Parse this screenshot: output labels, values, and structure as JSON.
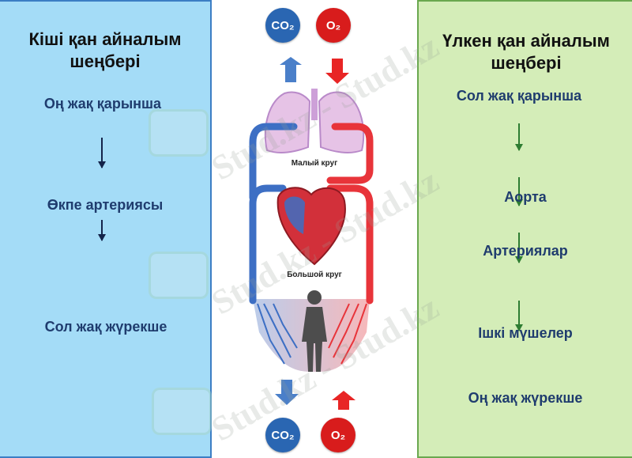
{
  "left": {
    "title": "Кіші қан айналым шеңбері",
    "items": [
      "Оң жақ қарынша",
      "Өкпе артериясы",
      "Сол жақ жүрекше"
    ]
  },
  "right": {
    "title": "Үлкен қан айналым шеңбері",
    "items": [
      "Сол жақ қарынша",
      "Аорта",
      "Артериялар",
      "Ішкі мүшелер",
      "Оң жақ жүрекше"
    ]
  },
  "center": {
    "co2_top": "CO₂",
    "o2_top": "O₂",
    "co2_bottom": "CO₂",
    "o2_bottom": "O₂",
    "small_circle_label": "Малый круг",
    "big_circle_label": "Большой круг"
  },
  "watermark": "Stud.kz - Stud.kz",
  "colors": {
    "left_bg": "#a4dcf7",
    "right_bg": "#d4edb8",
    "artery": "#e8343a",
    "vein": "#3d6fc4"
  }
}
